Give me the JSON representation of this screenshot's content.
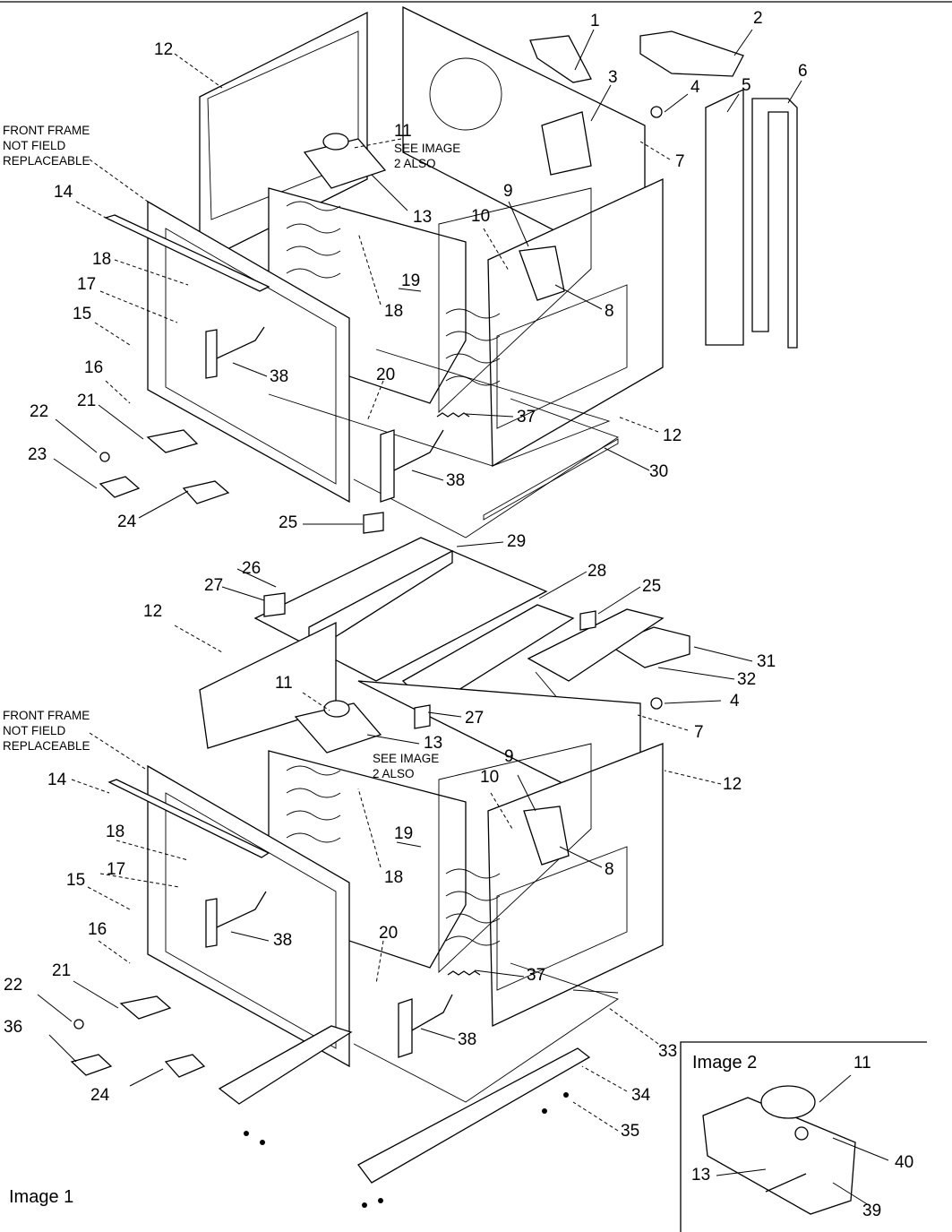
{
  "figure": {
    "image1_caption": "Image 1",
    "image2_caption": "Image 2",
    "note_front_frame": "FRONT FRAME\nNOT FIELD\nREPLACEABLE",
    "note_see_image_2": "SEE IMAGE\n2 ALSO"
  },
  "callouts": {
    "upper": {
      "c1": "1",
      "c2": "2",
      "c3": "3",
      "c4": "4",
      "c5": "5",
      "c6": "6",
      "c7": "7",
      "c8": "8",
      "c9": "9",
      "c10": "10",
      "c11": "11",
      "c12a": "12",
      "c12b": "12",
      "c13": "13",
      "c14": "14",
      "c15": "15",
      "c16": "16",
      "c17": "17",
      "c18a": "18",
      "c18b": "18",
      "c19": "19",
      "c20": "20",
      "c21": "21",
      "c22": "22",
      "c23": "23",
      "c24": "24",
      "c25": "25",
      "c29": "29",
      "c30": "30",
      "c37": "37",
      "c38a": "38",
      "c38b": "38"
    },
    "lower": {
      "c4": "4",
      "c7": "7",
      "c8": "8",
      "c9": "9",
      "c10": "10",
      "c11": "11",
      "c12a": "12",
      "c12b": "12",
      "c13": "13",
      "c14": "14",
      "c15": "15",
      "c16": "16",
      "c17": "17",
      "c18a": "18",
      "c18b": "18",
      "c19": "19",
      "c20": "20",
      "c21": "21",
      "c22": "22",
      "c24": "24",
      "c25": "25",
      "c26": "26",
      "c27a": "27",
      "c27b": "27",
      "c28": "28",
      "c31": "31",
      "c32": "32",
      "c33": "33",
      "c34": "34",
      "c35": "35",
      "c36": "36",
      "c37": "37",
      "c38a": "38",
      "c38b": "38"
    },
    "inset": {
      "c11": "11",
      "c13": "13",
      "c39": "39",
      "c40": "40"
    }
  }
}
